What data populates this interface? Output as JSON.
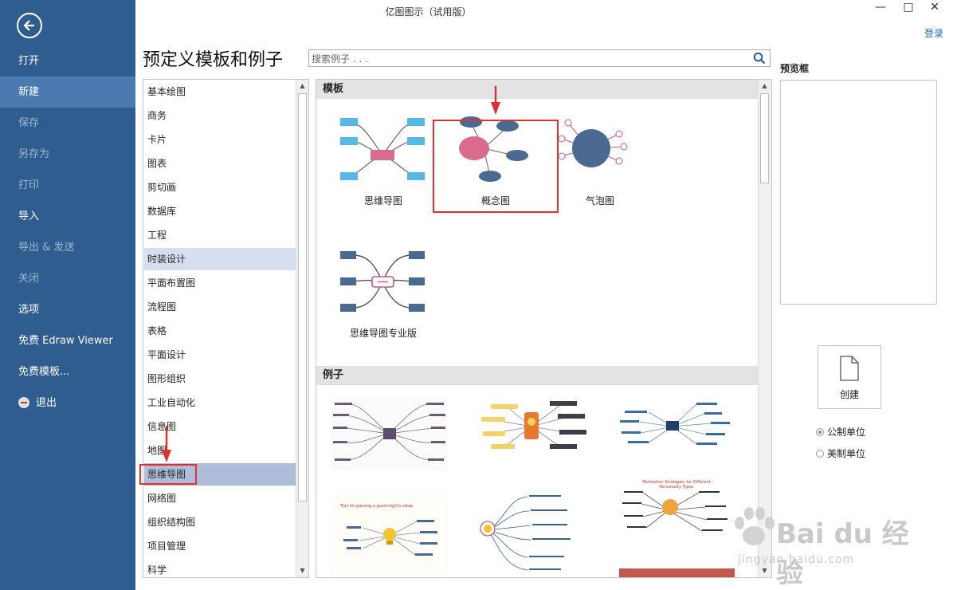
{
  "window": {
    "title": "亿图图示（试用版）",
    "login": "登录",
    "minimize": "—",
    "maximize": "□",
    "close": "✕"
  },
  "sidebar": {
    "items": [
      {
        "label": "打开",
        "state": "normal"
      },
      {
        "label": "新建",
        "state": "active"
      },
      {
        "label": "保存",
        "state": "disabled"
      },
      {
        "label": "另存为",
        "state": "disabled"
      },
      {
        "label": "打印",
        "state": "disabled"
      },
      {
        "label": "导入",
        "state": "normal"
      },
      {
        "label": "导出 & 发送",
        "state": "disabled"
      },
      {
        "label": "关闭",
        "state": "disabled"
      },
      {
        "label": "选项",
        "state": "normal"
      },
      {
        "label": "免费 Edraw Viewer",
        "state": "normal"
      },
      {
        "label": "免费模板...",
        "state": "normal"
      },
      {
        "label": "退出",
        "state": "normal"
      }
    ]
  },
  "main": {
    "heading": "预定义模板和例子",
    "search_placeholder": "搜索例子 . . ."
  },
  "categories": [
    "基本绘图",
    "商务",
    "卡片",
    "图表",
    "剪切画",
    "数据库",
    "工程",
    "时装设计",
    "平面布置图",
    "流程图",
    "表格",
    "平面设计",
    "图形组织",
    "工业自动化",
    "信息图",
    "地图",
    "思维导图",
    "网络图",
    "组织结构图",
    "项目管理",
    "科学"
  ],
  "templates": {
    "section_label": "模板",
    "items": [
      "思维导图",
      "概念图",
      "气泡图",
      "思维导图专业版"
    ]
  },
  "examples": {
    "section_label": "例子",
    "thumb2_title": "Tips for passing a good night's sleep",
    "thumb6_title": "Motivation Strategies for Different Personality Types"
  },
  "preview": {
    "label": "预览框",
    "create_label": "创建",
    "units": [
      {
        "label": "公制单位",
        "checked": true
      },
      {
        "label": "美制单位",
        "checked": false
      }
    ]
  },
  "watermark": {
    "text": "Bai du 经验",
    "url": "jingyan.baidu.com"
  },
  "colors": {
    "sidebar": "#2f5d8f",
    "sidebar_active": "#4a7ab0",
    "highlight": "#e03030",
    "link": "#1a6fc4"
  }
}
